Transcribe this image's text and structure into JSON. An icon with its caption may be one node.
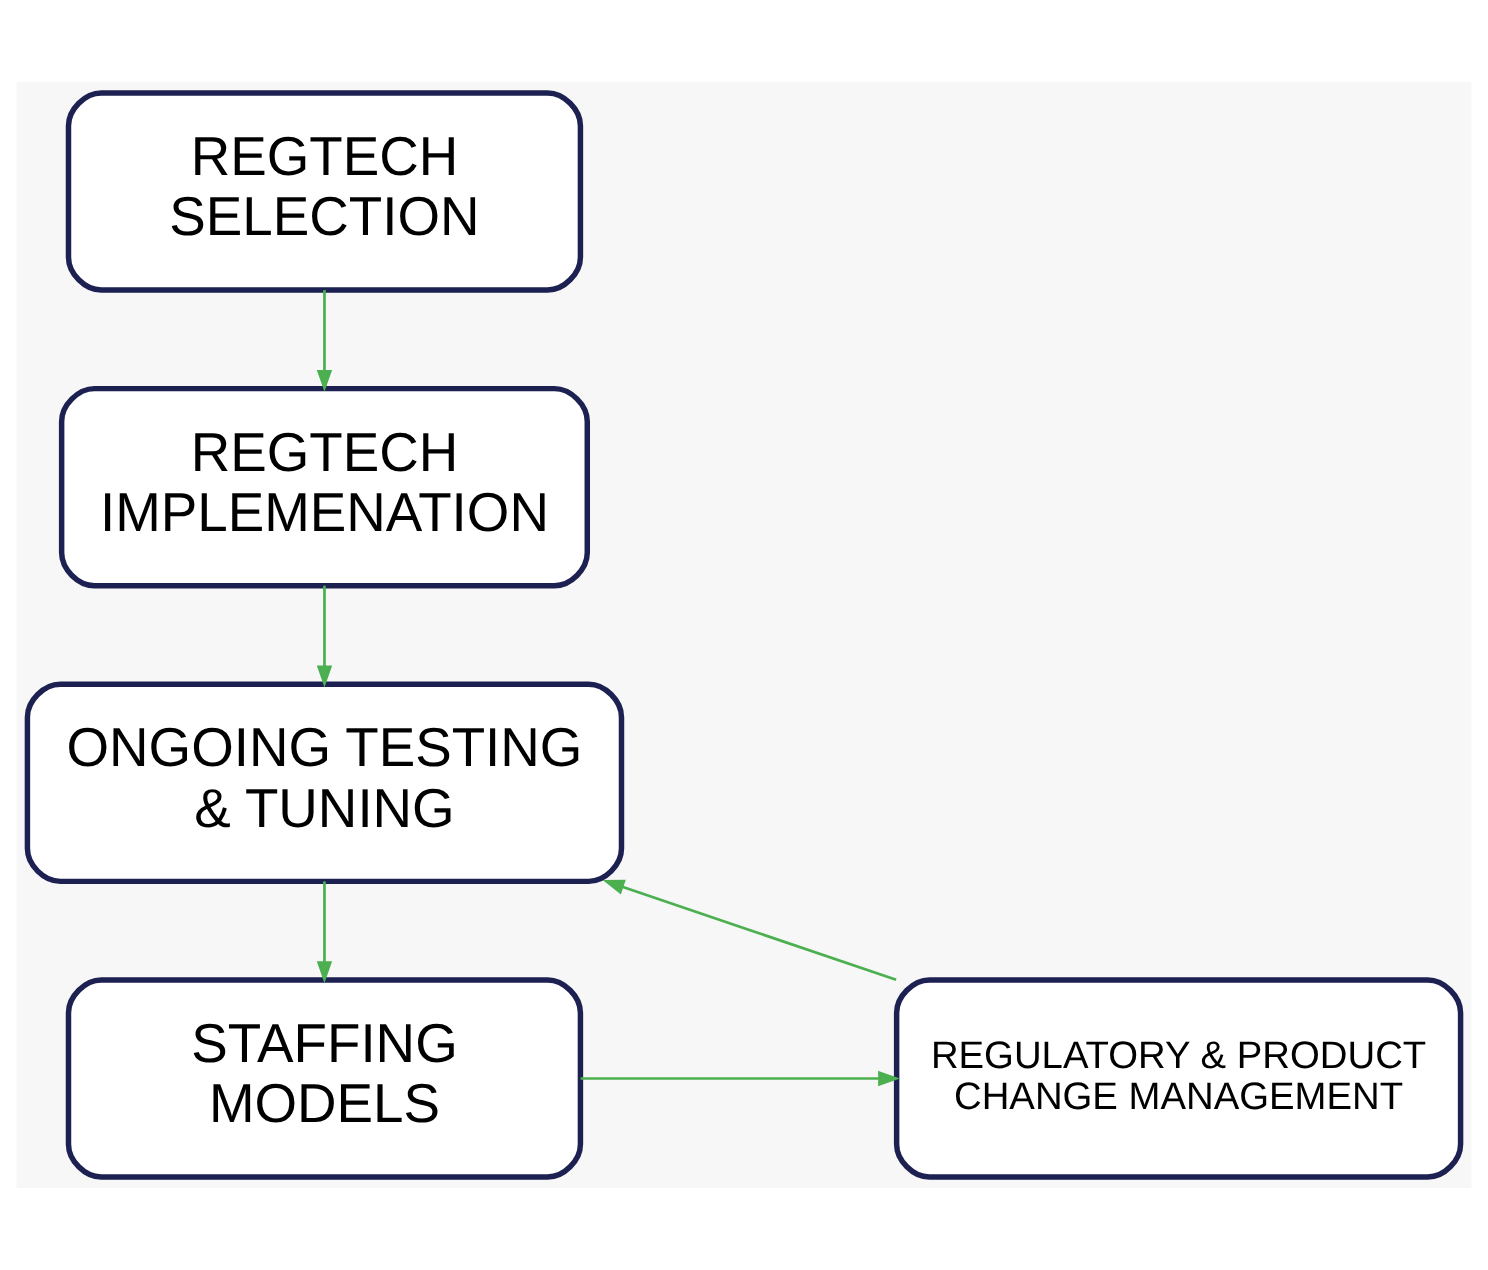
{
  "diagram": {
    "nodes": [
      {
        "text": [
          "REGTECH SELECTION"
        ]
      },
      {
        "text": [
          "REGTECH IMPLEMENATION"
        ]
      },
      {
        "text": [
          "ONGOING TESTING & TUNING"
        ]
      },
      {
        "text": [
          "STAFFING MODELS"
        ]
      },
      {
        "text": [
          "REGULATORY & PRODUCT CHANGE MANAGEMENT"
        ]
      }
    ],
    "edges": [
      {
        "from": 0,
        "to": 1,
        "arrow": "to"
      },
      {
        "from": 1,
        "to": 2,
        "arrow": "to"
      },
      {
        "from": 2,
        "to": 3,
        "arrow": "to"
      },
      {
        "from": 3,
        "to": 4,
        "arrow": "to"
      },
      {
        "from": 4,
        "to": 2,
        "arrow": "to"
      }
    ]
  }
}
